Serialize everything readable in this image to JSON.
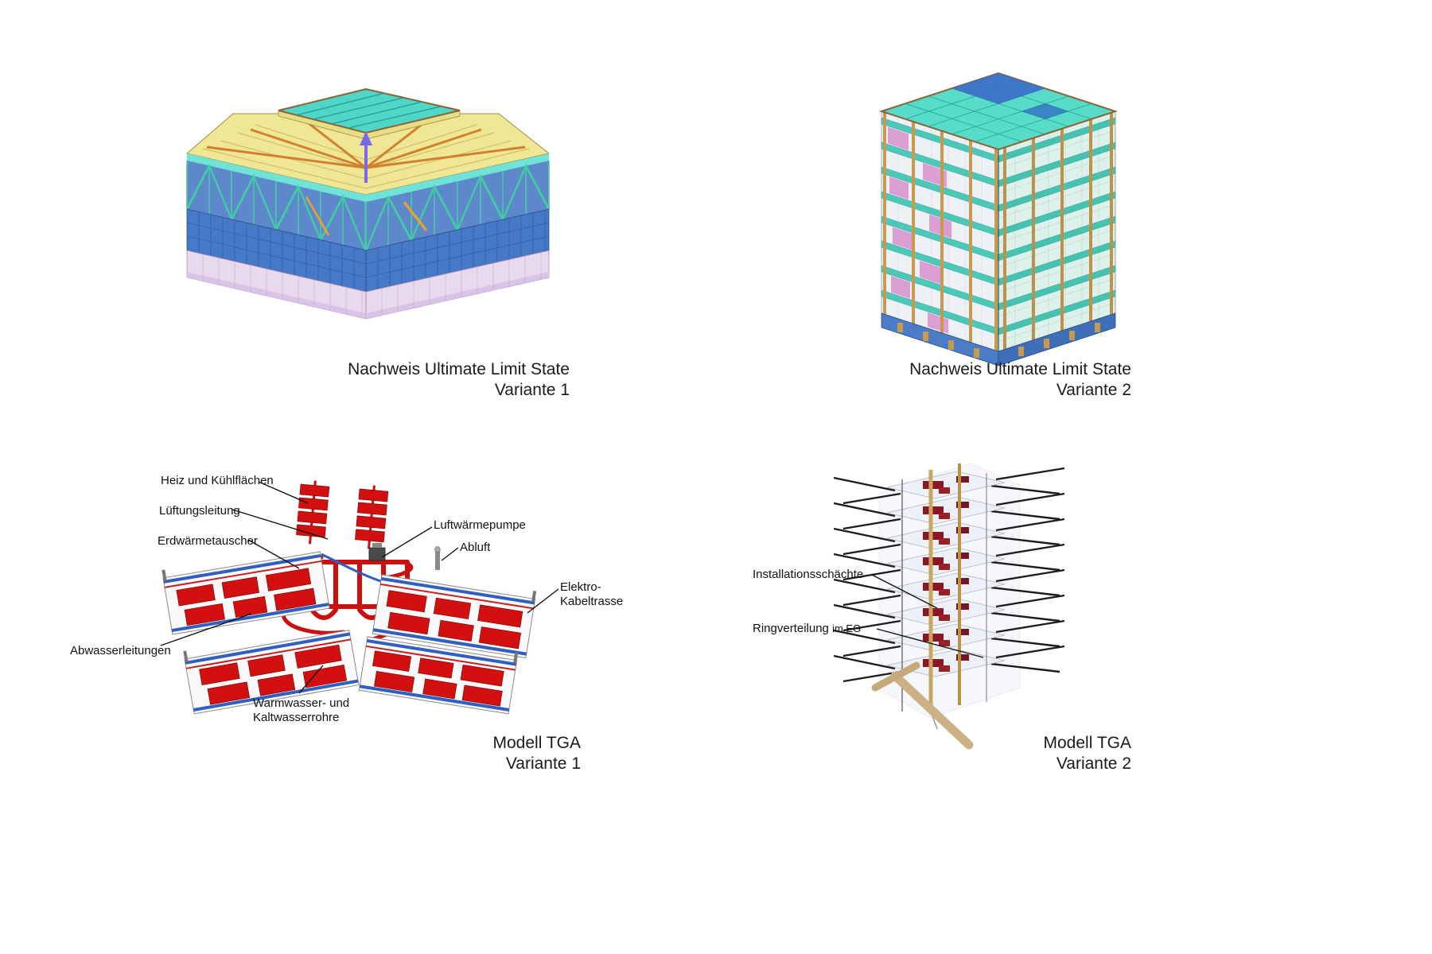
{
  "panels": {
    "uls_v1": {
      "caption_line1": "Nachweis Ultimate Limit State",
      "caption_line2": "Variante 1"
    },
    "uls_v2": {
      "caption_line1": "Nachweis Ultimate Limit State",
      "caption_line2": "Variante 2"
    },
    "tga_v1": {
      "caption_line1": "Modell TGA",
      "caption_line2": "Variante 1",
      "labels": {
        "heiz_kuehlflaechen": "Heiz und Kühlflächen",
        "lueftungsleitung": "Lüftungsleitung",
        "erdwaermetauscher": "Erdwärmetauscher",
        "luftwaermepumpe": "Luftwärmepumpe",
        "abluft": "Abluft",
        "elektro_line1": "Elektro-",
        "elektro_line2": "Kabeltrasse",
        "abwasserleitungen": "Abwasserleitungen",
        "warmwasser_line1": "Warmwasser- und",
        "warmwasser_line2": "Kaltwasserrohre"
      }
    },
    "tga_v2": {
      "caption_line1": "Modell TGA",
      "caption_line2": "Variante 2",
      "labels": {
        "installationsschaechte": "Installationsschächte",
        "ringverteilung": "Ringverteilung",
        "ringverteilung_small": "im EG"
      }
    }
  },
  "colors": {
    "mesh_teal": "#4fd6c8",
    "slab_yellow": "#efe793",
    "base_blue": "#4a7cc8",
    "base_pink": "#e9d9ec",
    "column_tan": "#c89a50",
    "truss_green": "#3ecf9f",
    "pipe_red": "#cc1010",
    "pipe_blue": "#2f5fc0",
    "shaft_tan": "#cbb183",
    "equipment_darkred": "#8a1822"
  }
}
